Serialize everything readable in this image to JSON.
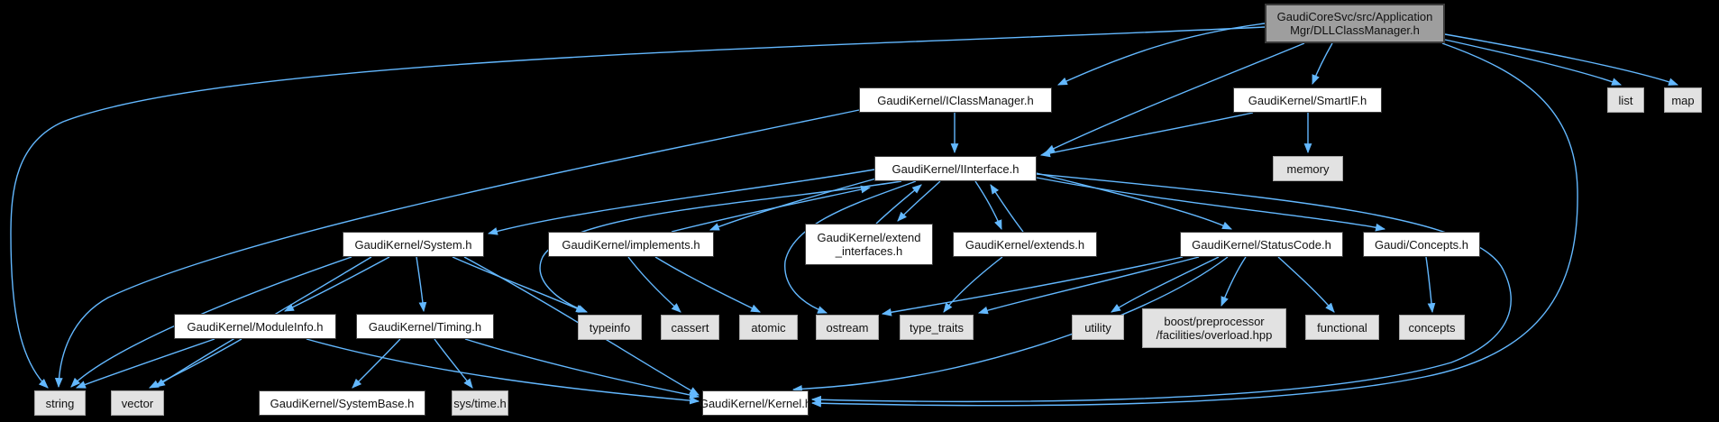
{
  "diagram": {
    "type": "include-dependency-graph",
    "root_file": "GaudiCoreSvc/src/ApplicationMgr/DLLClassManager.h",
    "colors": {
      "background": "#000000",
      "edge": "#63B8FF",
      "node_header_fill": "#ffffff",
      "node_system_fill": "#e2e2e2",
      "node_current_fill": "#9e9e9e",
      "node_border_dark": "#3d3d3d",
      "node_border_gray": "#a5a5a5"
    },
    "nodes": [
      {
        "id": "root",
        "kind": "current",
        "label": "GaudiCoreSvc/src/Application\nMgr/DLLClassManager.h"
      },
      {
        "id": "iclassmanager",
        "kind": "header",
        "label": "GaudiKernel/IClassManager.h"
      },
      {
        "id": "smartif",
        "kind": "header",
        "label": "GaudiKernel/SmartIF.h"
      },
      {
        "id": "list",
        "kind": "system",
        "label": "list"
      },
      {
        "id": "map",
        "kind": "system",
        "label": "map"
      },
      {
        "id": "iinterface",
        "kind": "header",
        "label": "GaudiKernel/IInterface.h"
      },
      {
        "id": "memory",
        "kind": "system",
        "label": "memory"
      },
      {
        "id": "system",
        "kind": "header",
        "label": "GaudiKernel/System.h"
      },
      {
        "id": "implements",
        "kind": "header",
        "label": "GaudiKernel/implements.h"
      },
      {
        "id": "extend_interfaces",
        "kind": "header",
        "label": "GaudiKernel/extend\n_interfaces.h"
      },
      {
        "id": "extends",
        "kind": "header",
        "label": "GaudiKernel/extends.h"
      },
      {
        "id": "statuscode",
        "kind": "header",
        "label": "GaudiKernel/StatusCode.h"
      },
      {
        "id": "gconcepts",
        "kind": "header",
        "label": "Gaudi/Concepts.h"
      },
      {
        "id": "moduleinfo",
        "kind": "header",
        "label": "GaudiKernel/ModuleInfo.h"
      },
      {
        "id": "timing",
        "kind": "header",
        "label": "GaudiKernel/Timing.h"
      },
      {
        "id": "typeinfo",
        "kind": "system",
        "label": "typeinfo"
      },
      {
        "id": "cassert",
        "kind": "system",
        "label": "cassert"
      },
      {
        "id": "atomic",
        "kind": "system",
        "label": "atomic"
      },
      {
        "id": "ostream",
        "kind": "system",
        "label": "ostream"
      },
      {
        "id": "type_traits",
        "kind": "system",
        "label": "type_traits"
      },
      {
        "id": "utility",
        "kind": "system",
        "label": "utility"
      },
      {
        "id": "boost_overload",
        "kind": "system",
        "label": "boost/preprocessor\n/facilities/overload.hpp"
      },
      {
        "id": "functional",
        "kind": "system",
        "label": "functional"
      },
      {
        "id": "concepts",
        "kind": "system",
        "label": "concepts"
      },
      {
        "id": "string",
        "kind": "system",
        "label": "string"
      },
      {
        "id": "vector",
        "kind": "system",
        "label": "vector"
      },
      {
        "id": "systembase",
        "kind": "header",
        "label": "GaudiKernel/SystemBase.h"
      },
      {
        "id": "sys_time",
        "kind": "system",
        "label": "sys/time.h"
      },
      {
        "id": "kernel",
        "kind": "header",
        "label": "GaudiKernel/Kernel.h"
      }
    ],
    "edges": [
      {
        "from": "root",
        "to": "iclassmanager"
      },
      {
        "from": "root",
        "to": "iinterface"
      },
      {
        "from": "root",
        "to": "smartif"
      },
      {
        "from": "root",
        "to": "list"
      },
      {
        "from": "root",
        "to": "map"
      },
      {
        "from": "root",
        "to": "string"
      },
      {
        "from": "root",
        "to": "kernel"
      },
      {
        "from": "iclassmanager",
        "to": "iinterface"
      },
      {
        "from": "iclassmanager",
        "to": "string"
      },
      {
        "from": "smartif",
        "to": "iinterface"
      },
      {
        "from": "smartif",
        "to": "memory"
      },
      {
        "from": "iinterface",
        "to": "system"
      },
      {
        "from": "iinterface",
        "to": "implements"
      },
      {
        "from": "iinterface",
        "to": "extend_interfaces"
      },
      {
        "from": "extend_interfaces",
        "to": "iinterface"
      },
      {
        "from": "iinterface",
        "to": "extends"
      },
      {
        "from": "extends",
        "to": "iinterface"
      },
      {
        "from": "implements",
        "to": "iinterface"
      },
      {
        "from": "iinterface",
        "to": "statuscode"
      },
      {
        "from": "iinterface",
        "to": "gconcepts"
      },
      {
        "from": "iinterface",
        "to": "kernel"
      },
      {
        "from": "iinterface",
        "to": "typeinfo"
      },
      {
        "from": "iinterface",
        "to": "ostream"
      },
      {
        "from": "implements",
        "to": "cassert"
      },
      {
        "from": "implements",
        "to": "atomic"
      },
      {
        "from": "extends",
        "to": "type_traits"
      },
      {
        "from": "statuscode",
        "to": "ostream"
      },
      {
        "from": "statuscode",
        "to": "type_traits"
      },
      {
        "from": "statuscode",
        "to": "utility"
      },
      {
        "from": "statuscode",
        "to": "boost_overload"
      },
      {
        "from": "statuscode",
        "to": "functional"
      },
      {
        "from": "statuscode",
        "to": "kernel"
      },
      {
        "from": "gconcepts",
        "to": "concepts"
      },
      {
        "from": "system",
        "to": "moduleinfo"
      },
      {
        "from": "system",
        "to": "timing"
      },
      {
        "from": "system",
        "to": "typeinfo"
      },
      {
        "from": "system",
        "to": "string"
      },
      {
        "from": "system",
        "to": "vector"
      },
      {
        "from": "system",
        "to": "kernel"
      },
      {
        "from": "moduleinfo",
        "to": "string"
      },
      {
        "from": "moduleinfo",
        "to": "vector"
      },
      {
        "from": "moduleinfo",
        "to": "kernel"
      },
      {
        "from": "timing",
        "to": "systembase"
      },
      {
        "from": "timing",
        "to": "sys_time"
      },
      {
        "from": "timing",
        "to": "kernel"
      }
    ]
  }
}
